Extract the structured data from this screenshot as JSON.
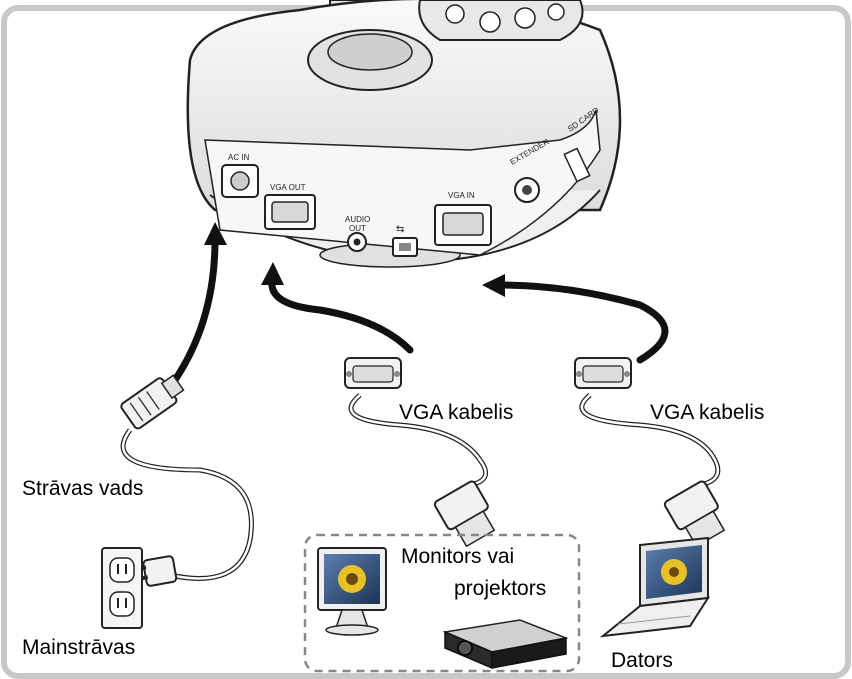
{
  "labels": {
    "power_cord": "Strāvas vads",
    "mains": "Mainstrāvas",
    "vga_cable_1": "VGA kabelis",
    "vga_cable_2": "VGA kabelis",
    "monitor_projector_line1": "Monitors vai",
    "monitor_projector_line2": "projektors",
    "computer": "Dators"
  },
  "ports": {
    "ac_in": "AC IN",
    "vga_out": "VGA OUT",
    "audio_out_line1": "AUDIO",
    "audio_out_line2": "OUT",
    "vga_in": "VGA IN",
    "extender": "EXTENDER",
    "sd_card": "SD CARD"
  },
  "colors": {
    "frame_border": "#c8c8c8",
    "arrow": "#111111",
    "device_body": "#f4f4f4",
    "dashed_box": "#888888"
  }
}
